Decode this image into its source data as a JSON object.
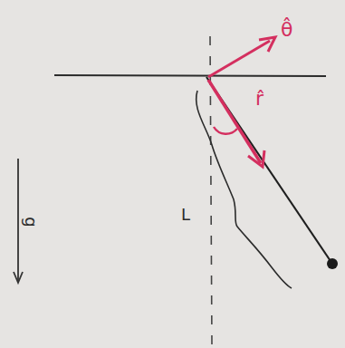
{
  "diagram": {
    "labels": [
      "θ̂",
      "r̂",
      "L",
      "g"
    ]
  }
}
